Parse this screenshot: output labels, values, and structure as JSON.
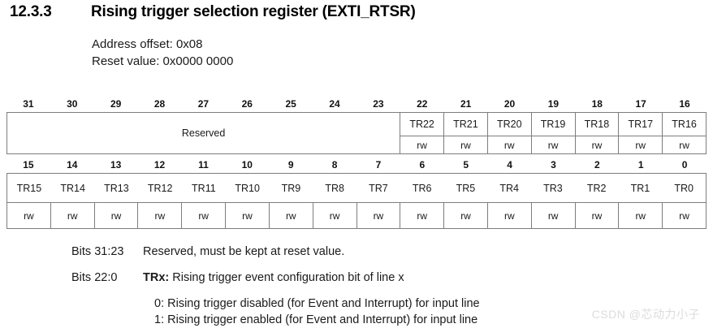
{
  "heading": {
    "section_number": "12.3.3",
    "title": "Rising trigger selection register (EXTI_RTSR)"
  },
  "meta": {
    "address_offset": "Address offset: 0x08",
    "reset_value": "Reset value: 0x0000 0000"
  },
  "register": {
    "high_word": {
      "bit_numbers": [
        "31",
        "30",
        "29",
        "28",
        "27",
        "26",
        "25",
        "24",
        "23",
        "22",
        "21",
        "20",
        "19",
        "18",
        "17",
        "16"
      ],
      "reserved_label": "Reserved",
      "reserved_span_bits": 9,
      "fields": [
        "TR22",
        "TR21",
        "TR20",
        "TR19",
        "TR18",
        "TR17",
        "TR16"
      ],
      "access": [
        "rw",
        "rw",
        "rw",
        "rw",
        "rw",
        "rw",
        "rw"
      ]
    },
    "low_word": {
      "bit_numbers": [
        "15",
        "14",
        "13",
        "12",
        "11",
        "10",
        "9",
        "8",
        "7",
        "6",
        "5",
        "4",
        "3",
        "2",
        "1",
        "0"
      ],
      "fields": [
        "TR15",
        "TR14",
        "TR13",
        "TR12",
        "TR11",
        "TR10",
        "TR9",
        "TR8",
        "TR7",
        "TR6",
        "TR5",
        "TR4",
        "TR3",
        "TR2",
        "TR1",
        "TR0"
      ],
      "access": [
        "rw",
        "rw",
        "rw",
        "rw",
        "rw",
        "rw",
        "rw",
        "rw",
        "rw",
        "rw",
        "rw",
        "rw",
        "rw",
        "rw",
        "rw",
        "rw"
      ]
    }
  },
  "descriptions": [
    {
      "label": "Bits 31:23",
      "text": "Reserved, must be kept at reset value.",
      "bold_prefix": "",
      "sublines": []
    },
    {
      "label": "Bits 22:0",
      "bold_prefix": "TRx:",
      "text": "Rising trigger event configuration bit of line x",
      "sublines": [
        "0: Rising trigger disabled (for Event and Interrupt) for input line",
        "1: Rising trigger enabled (for Event and Interrupt) for input line"
      ]
    }
  ],
  "watermark": "CSDN @芯动力小子",
  "colors": {
    "border": "#7d7d7d",
    "text": "#1a1a1a",
    "watermark": "#dcdcdc"
  }
}
